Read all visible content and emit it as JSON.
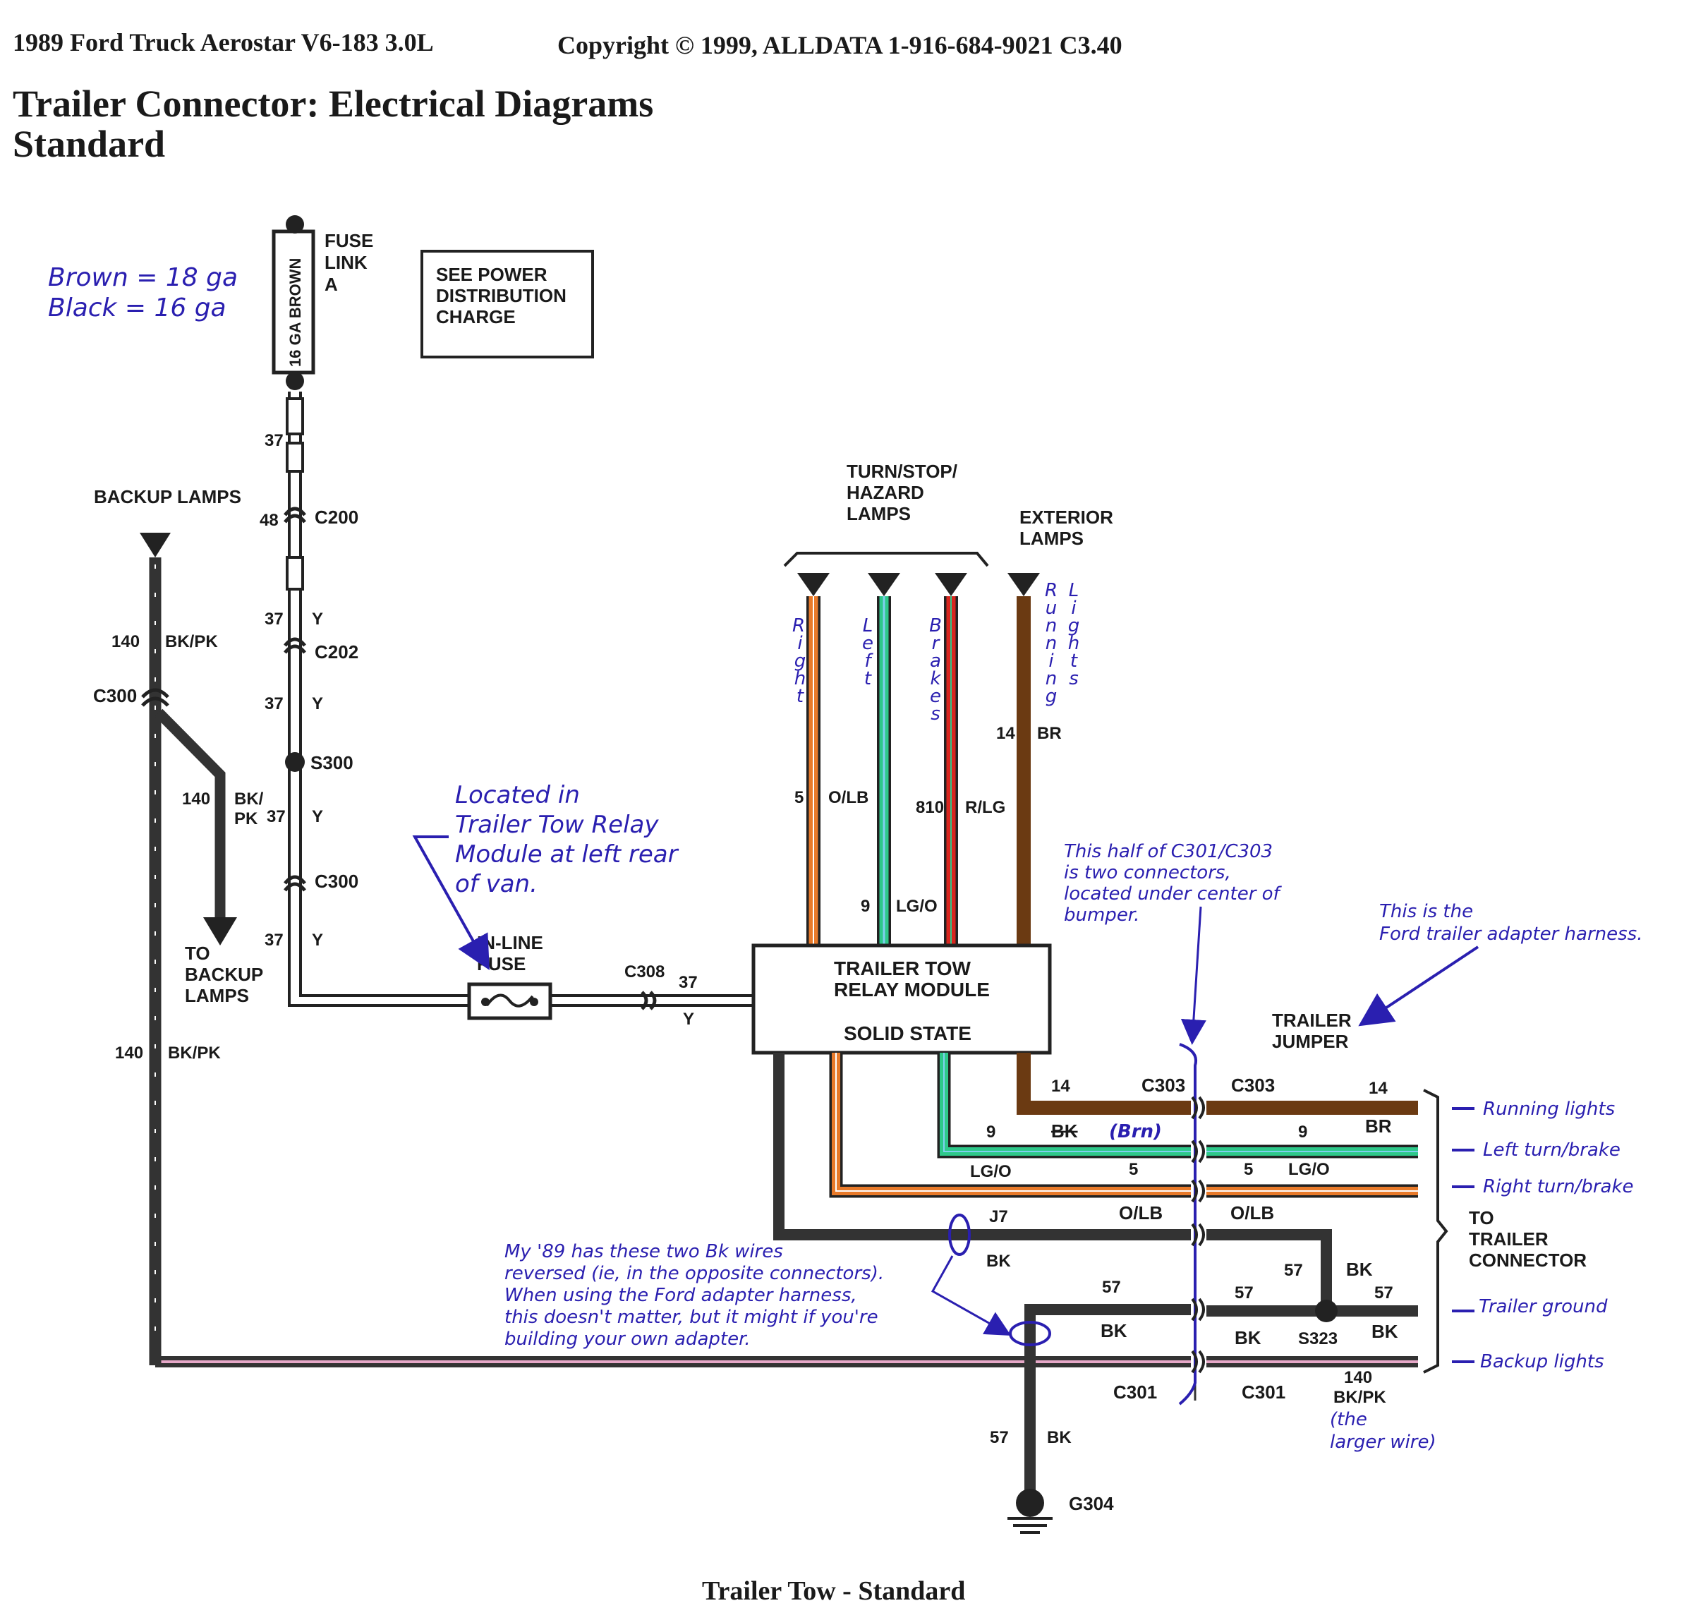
{
  "header": {
    "vehicle": "1989 Ford Truck Aerostar V6-183 3.0L",
    "copyright": "Copyright © 1999, ALLDATA  1-916-684-9021  C3.40",
    "title": "Trailer Connector: Electrical Diagrams",
    "subtitle": "Standard"
  },
  "footer": {
    "caption": "Trailer Tow - Standard"
  },
  "colors": {
    "wire_black": "#333333",
    "orange": "#e87a2a",
    "light_blue": "#7fd0ee",
    "green": "#2ec88a",
    "red": "#d8261f",
    "brown": "#6b3a12",
    "pink": "#e6a8c8",
    "annotation_blue": "#2a1fb0"
  },
  "legend": {
    "line1": "Brown = 18 ga",
    "line2": "Black = 16 ga"
  },
  "fuse_link": {
    "wire_label": "16 GA BROWN",
    "l1": "FUSE",
    "l2": "LINK",
    "l3": "A"
  },
  "power_box": {
    "l1": "SEE POWER",
    "l2": "DISTRIBUTION",
    "l3": "CHARGE"
  },
  "power_circuit": {
    "c37a": "37",
    "c48": "48",
    "c200": "C200",
    "c37b": "37",
    "ya": "Y",
    "c202": "C202",
    "c37c": "37",
    "yb": "Y",
    "s300": "S300",
    "c37d": "37",
    "yc": "Y",
    "c300": "C300",
    "c37e": "37",
    "yd": "Y"
  },
  "backup": {
    "title": "BACKUP LAMPS",
    "c140a": "140",
    "bkpka": "BK/PK",
    "c300": "C300",
    "c140b": "140",
    "bk_": "BK/",
    "pk": "PK",
    "to1": "TO",
    "to2": "BACKUP",
    "to3": "LAMPS",
    "c140c": "140",
    "bkpkc": "BK/PK"
  },
  "inline_fuse": {
    "l1": "IN-LINE",
    "l2": "FUSE",
    "c308": "C308",
    "c37": "37",
    "y": "Y"
  },
  "relay": {
    "l1": "TRAILER TOW",
    "l2": "RELAY MODULE",
    "l3": "SOLID STATE"
  },
  "lamps": {
    "turn1": "TURN/STOP/",
    "turn2": "HAZARD",
    "turn3": "LAMPS",
    "ext1": "EXTERIOR",
    "ext2": "LAMPS",
    "right": "Right",
    "left": "Left",
    "brakes": "Brakes",
    "running": "Running",
    "lights": "Lights",
    "c5": "5",
    "olb": "O/LB",
    "c810": "810",
    "rlg": "R/LG",
    "c9": "9",
    "lgo": "LG/O",
    "c14": "14",
    "br": "BR"
  },
  "annotations": {
    "located1": "Located in",
    "located2": "Trailer Tow Relay",
    "located3": "Module at left rear",
    "located4": "of van.",
    "half1": "This half of C301/C303",
    "half2": "is two connectors,",
    "half3": "located under center of",
    "half4": "bumper.",
    "ford1": "This is the",
    "ford2": "Ford trailer adapter harness.",
    "my1": "My '89 has these two Bk wires",
    "my2": "reversed (ie, in the opposite connectors).",
    "my3": "When using the Ford adapter harness,",
    "my4": "this doesn't matter, but it might if you're",
    "my5": "building your own adapter.",
    "brn": "(Brn)",
    "larger1": "(the",
    "larger2": "larger wire)"
  },
  "connector_left": {
    "c14": "14",
    "c303": "C303",
    "c9": "9",
    "bk": "BK",
    "lgo": "LG/O",
    "c5": "5",
    "j7": "J7",
    "olb": "O/LB",
    "bk2": "BK",
    "c57": "57",
    "bk3": "BK",
    "c301": "C301"
  },
  "connector_right": {
    "c303": "C303",
    "c14": "14",
    "c9": "9",
    "br": "BR",
    "c5": "5",
    "lgo": "LG/O",
    "olb": "O/LB",
    "c57a": "57",
    "bka": "BK",
    "c57b": "57",
    "c57c": "57",
    "bkb": "BK",
    "s323": "S323",
    "bkc": "BK",
    "c301": "C301",
    "c140": "140",
    "bkpk": "BK/PK"
  },
  "trailer": {
    "jumper1": "TRAILER",
    "jumper2": "JUMPER",
    "to1": "TO",
    "to2": "TRAILER",
    "to3": "CONNECTOR",
    "running": "Running lights",
    "left": "Left turn/brake",
    "right": "Right turn/brake",
    "ground": "Trailer ground",
    "backup": "Backup lights"
  },
  "ground": {
    "c57": "57",
    "bk": "BK",
    "g304": "G304"
  }
}
